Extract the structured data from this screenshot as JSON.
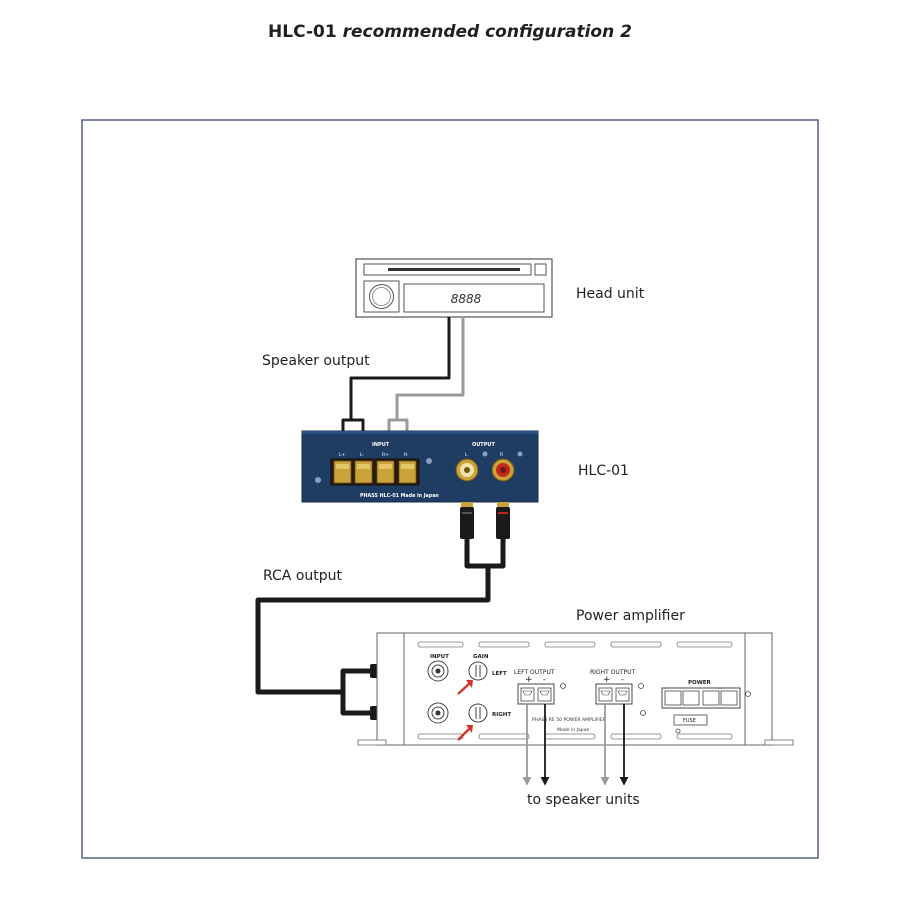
{
  "title": {
    "model": "HLC-01",
    "subtitle": "recommended configuration 2"
  },
  "head_unit": {
    "label": "Head unit",
    "display": "8888"
  },
  "speaker_output_label": "Speaker output",
  "hlc01": {
    "label": "HLC-01",
    "input_label": "INPUT",
    "input_terminals": [
      "L+",
      "L-",
      "R+",
      "R-"
    ],
    "output_label": "OUTPUT",
    "output_channels": [
      "L",
      "R"
    ],
    "plate_text": "PHASS HLC-01 Made in Japan",
    "body_color": "#1f3d63"
  },
  "rca_output_label": "RCA output",
  "amplifier": {
    "label": "Power amplifier",
    "input_label": "INPUT",
    "gain_label": "GAIN",
    "left_label": "LEFT",
    "right_label": "RIGHT",
    "left_output_label": "LEFT OUTPUT",
    "right_output_label": "RIGHT OUTPUT",
    "power_label": "POWER",
    "fuse_label": "FUSE",
    "plate_text": "PHASS RE 50 POWER AMPLIFIER",
    "made_in": "Made in Japan",
    "plus": "+",
    "minus": "-"
  },
  "to_speakers_label": "to speaker units",
  "colors": {
    "frame": "#3b4a73",
    "cable_dark": "#1a1a1a",
    "cable_gray": "#9a9a9a",
    "gold": "#c9a23a",
    "rca_red": "#c0281c",
    "gain_arrow": "#d2352b"
  }
}
